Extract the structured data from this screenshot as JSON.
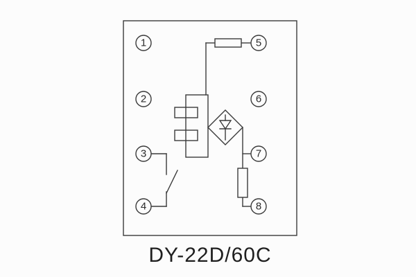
{
  "diagram": {
    "title": "DY-22D/60C",
    "terminals": [
      {
        "number": "1"
      },
      {
        "number": "2"
      },
      {
        "number": "3"
      },
      {
        "number": "4"
      },
      {
        "number": "5"
      },
      {
        "number": "6"
      },
      {
        "number": "7"
      },
      {
        "number": "8"
      }
    ],
    "components": [
      {
        "name": "resistor-top"
      },
      {
        "name": "coil-box"
      },
      {
        "name": "resistor-left-upper"
      },
      {
        "name": "resistor-left-lower"
      },
      {
        "name": "bridge-rectifier"
      },
      {
        "name": "diode-icon"
      },
      {
        "name": "resistor-right"
      },
      {
        "name": "switch-contact"
      }
    ],
    "colors": {
      "line": "#3a3a3a",
      "background": "#fcfcfc",
      "text": "#2b2b2b"
    }
  }
}
